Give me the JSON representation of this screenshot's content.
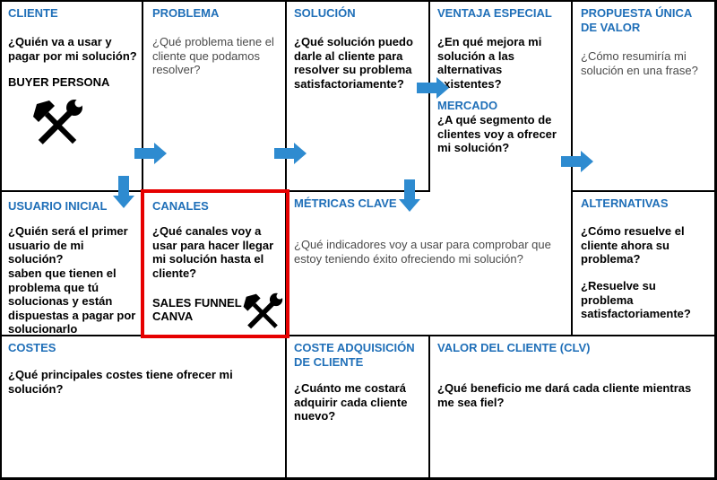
{
  "cliente": {
    "title": "CLIENTE",
    "question": "¿Quién va a usar y pagar por mi solución?",
    "extra": "BUYER PERSONA",
    "icon": "tools-icon"
  },
  "problema": {
    "title": "PROBLEMA",
    "question": "¿Qué problema tiene el cliente que podamos resolver?"
  },
  "solucion": {
    "title": "SOLUCIÓN",
    "question": "¿Qué solución puedo darle al cliente para resolver su problema satisfactoriamente?"
  },
  "ventaja": {
    "title": "VENTAJA ESPECIAL",
    "question": "¿En qué mejora mi solución a las alternativas existentes?"
  },
  "mercado": {
    "title": "MERCADO",
    "question": "¿A qué segmento de clientes voy a ofrecer mi solución?"
  },
  "propuesta": {
    "title": "PROPUESTA ÚNICA DE VALOR",
    "question": "¿Cómo resumiría mi solución en una frase?"
  },
  "usuario": {
    "title": "USUARIO INICIAL",
    "question": "¿Quién será el primer usuario de mi solución?",
    "note": " saben que tienen el problema que tú solucionas y están dispuestas a pagar por solucionarlo"
  },
  "canales": {
    "title": "CANALES",
    "question": "¿Qué canales voy a usar para hacer llegar mi solución hasta el cliente?",
    "extra1": "SALES FUNNEL",
    "extra2": "CANVA",
    "icon": "tools-icon"
  },
  "metricas": {
    "title": "MÉTRICAS CLAVE",
    "question": "¿Qué indicadores voy a usar para comprobar que estoy teniendo éxito ofreciendo mi solución?"
  },
  "alternativas": {
    "title": "ALTERNATIVAS",
    "question": "¿Cómo resuelve el cliente ahora su problema?",
    "question2": "¿Resuelve su problema satisfactoriamente?"
  },
  "costes": {
    "title": "COSTES",
    "question": "¿Qué principales costes tiene ofrecer mi solución?"
  },
  "cac": {
    "title": "COSTE ADQUISICIÓN DE CLIENTE",
    "question": "¿Cuánto me costará adquirir cada cliente nuevo?"
  },
  "clv": {
    "title": "VALOR DEL CLIENTE (CLV)",
    "question": "¿Qué beneficio me dará cada cliente mientras me sea fiel?"
  },
  "colors": {
    "title_blue": "#1f6fb8",
    "arrow_blue": "#2e8bd0",
    "highlight_red": "#e60000"
  }
}
